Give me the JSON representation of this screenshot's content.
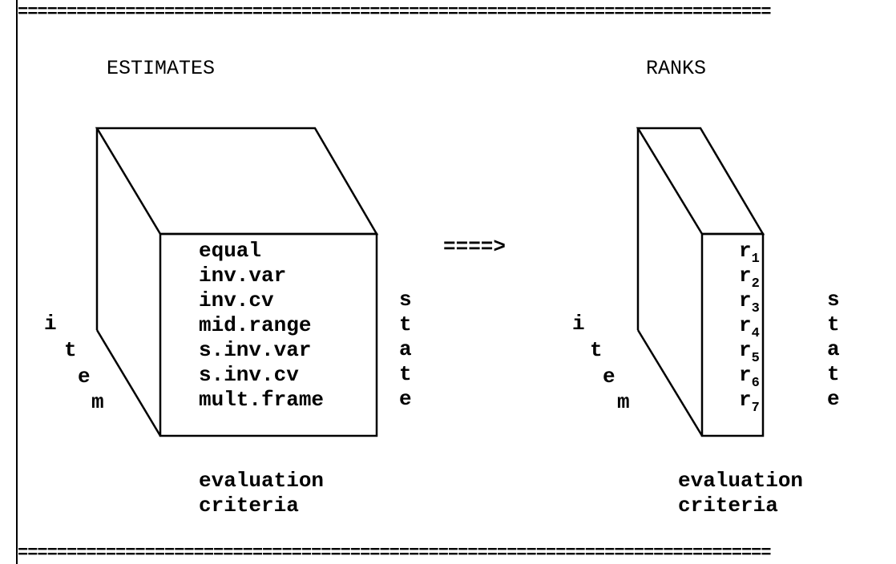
{
  "rules": {
    "top": "=============================================================================",
    "bottom": "============================================================================="
  },
  "left": {
    "title": "ESTIMATES",
    "face_items": [
      "equal",
      "inv.var",
      "inv.cv",
      "mid.range",
      "s.inv.var",
      "s.inv.cv",
      "mult.frame"
    ],
    "side_label": [
      "s",
      "t",
      "a",
      "t",
      "e"
    ],
    "depth_label": [
      "i",
      "t",
      "e",
      "m"
    ],
    "bottom_label": [
      "evaluation",
      "criteria"
    ]
  },
  "arrow": "====>",
  "right": {
    "title": "RANKS",
    "face_items": [
      {
        "base": "r",
        "sub": "1"
      },
      {
        "base": "r",
        "sub": "2"
      },
      {
        "base": "r",
        "sub": "3"
      },
      {
        "base": "r",
        "sub": "4"
      },
      {
        "base": "r",
        "sub": "5"
      },
      {
        "base": "r",
        "sub": "6"
      },
      {
        "base": "r",
        "sub": "7"
      }
    ],
    "side_label": [
      "s",
      "t",
      "a",
      "t",
      "e"
    ],
    "depth_label": [
      "i",
      "t",
      "e",
      "m"
    ],
    "bottom_label": [
      "evaluation",
      "criteria"
    ]
  }
}
